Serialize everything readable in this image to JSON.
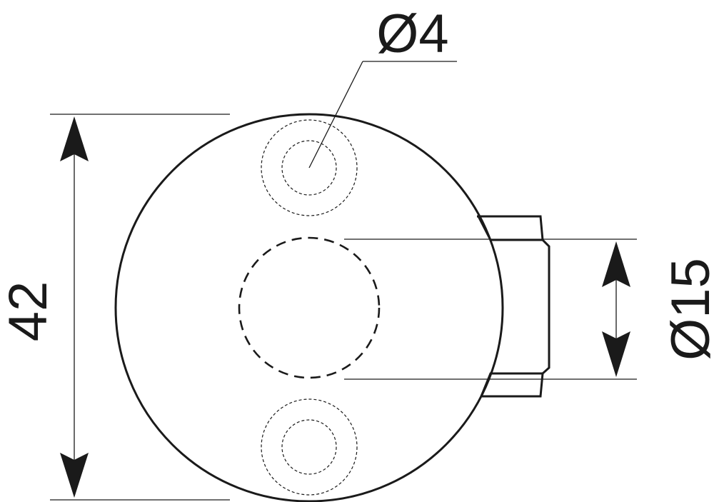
{
  "drawing": {
    "dimensions": {
      "overall_height": "42",
      "shaft_diameter": "Ø15",
      "hole_diameter": "Ø4"
    }
  }
}
